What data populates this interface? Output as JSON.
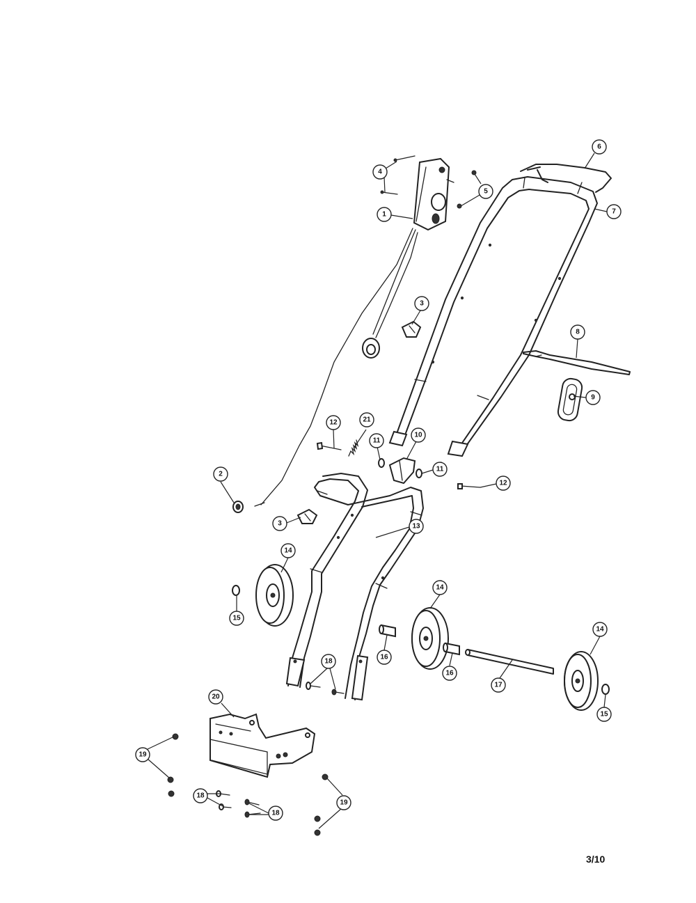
{
  "page_number": "3/10",
  "callouts": [
    "1",
    "2",
    "3",
    "3",
    "4",
    "5",
    "6",
    "7",
    "8",
    "9",
    "10",
    "11",
    "11",
    "12",
    "12",
    "13",
    "14",
    "14",
    "14",
    "15",
    "15",
    "16",
    "16",
    "17",
    "18",
    "18",
    "18",
    "19",
    "19",
    "20",
    "21"
  ]
}
